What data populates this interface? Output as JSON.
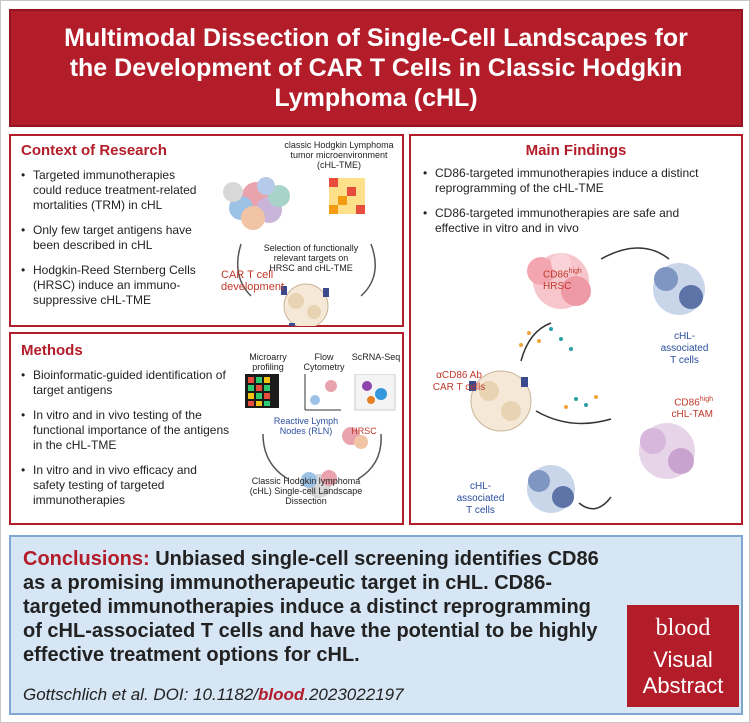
{
  "title": "Multimodal Dissection of Single-Cell Landscapes for the Development of CAR T Cells in Classic Hodgkin Lymphoma (cHL)",
  "context": {
    "heading": "Context of Research",
    "bullets": [
      "Targeted immunotherapies could reduce treatment-related mortalities (TRM) in cHL",
      "Only few target antigens have been described in cHL",
      "Hodgkin-Reed Sternberg Cells (HRSC) induce an immuno-suppressive cHL-TME"
    ],
    "figure": {
      "top_label": "classic Hodgkin Lymphoma tumor microenvironment (cHL-TME)",
      "middle_label": "Selection of functionally relevant targets on HRSC and cHL-TME",
      "car_label": "CAR T cell development"
    }
  },
  "methods": {
    "heading": "Methods",
    "bullets": [
      "Bioinformatic-guided identification of target antigens",
      "In vitro and in vivo testing of the functional importance of the antigens in the cHL-TME",
      "In vitro and in vivo efficacy and safety testing of targeted immunotherapies"
    ],
    "figure": {
      "microarray": "Microarry profiling",
      "flow": "Flow Cytometry",
      "scrna": "ScRNA-Seq",
      "rln": "Reactive Lymph Nodes (RLN)",
      "hrsc": "HRSC",
      "bottom": "Classic Hodgkin lymphoma (cHL) Single-cell Landscape Dissection"
    }
  },
  "findings": {
    "heading": "Main Findings",
    "bullets": [
      "CD86-targeted immunotherapies induce a distinct reprogramming of the cHL-TME",
      "CD86-targeted immunotherapies are safe and effective in vitro and in vivo"
    ],
    "figure": {
      "cd86_hrsc_main": "CD86",
      "cd86_hrsc_sup": "high",
      "cd86_hrsc_sub": "HRSC",
      "car_tcells": "αCD86 Ab CAR T cells",
      "assoc_top": "cHL-associated T cells",
      "cd86_tam_main": "CD86",
      "cd86_tam_sup": "high",
      "cd86_tam_sub": "cHL-TAM",
      "assoc_bottom": "cHL-associated T cells"
    }
  },
  "conclusion": {
    "label": "Conclusions:",
    "text": "Unbiased single-cell screening identifies CD86 as a promising immunotherapeutic target in cHL. CD86-targeted immunotherapies induce a distinct reprogramming of cHL-associated T cells and have the potential to be highly effective treatment options for cHL.",
    "citation_prefix": "Gottschlich et al. DOI: 10.1182/",
    "citation_em": "blood",
    "citation_suffix": ".2023022197"
  },
  "badge": {
    "logo": "blood",
    "line1": "Visual",
    "line2": "Abstract"
  },
  "colors": {
    "brand_red": "#b31c29",
    "conclusion_bg": "#d6e6f5"
  }
}
